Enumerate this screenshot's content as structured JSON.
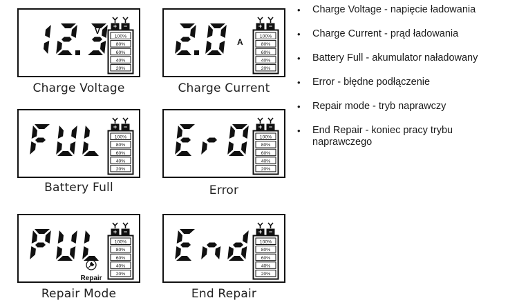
{
  "panels": [
    {
      "display": "12.3",
      "unit": "V",
      "caption": "Charge Voltage"
    },
    {
      "display": "2.0",
      "unit": "A",
      "caption": "Charge Current"
    },
    {
      "display": "FUL",
      "unit": "",
      "caption": "Battery Full"
    },
    {
      "display": "ErO",
      "unit": "",
      "caption": "Error"
    },
    {
      "display": "PUL",
      "unit": "",
      "caption": "Repair Mode",
      "badge": "Repair"
    },
    {
      "display": "End",
      "unit": "",
      "caption": "End Repair"
    }
  ],
  "battery": {
    "terminals": [
      "+",
      "−"
    ],
    "levels": [
      "100%",
      "80%",
      "60%",
      "40%",
      "20%"
    ]
  },
  "legend": {
    "bullet": "•",
    "items": [
      "Charge Voltage - napięcie ładowania",
      "Charge Current - prąd ładowania",
      "Battery Full - akumulator naładowany",
      "Error - błędne podłączenie",
      "Repair mode - tryb naprawczy",
      "End Repair - koniec pracy trybu naprawczego"
    ]
  }
}
